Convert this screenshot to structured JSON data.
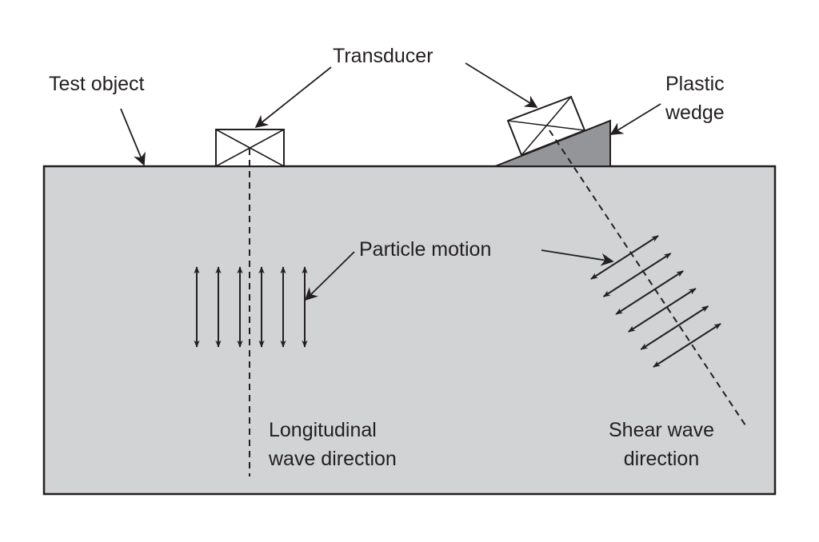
{
  "diagram": {
    "title": "Longitudinal and shear wave ultrasonic testing",
    "labels": {
      "test_object": "Test object",
      "transducer": "Transducer",
      "plastic_wedge_line1": "Plastic",
      "plastic_wedge_line2": "wedge",
      "particle_motion": "Particle motion",
      "longitudinal_line1": "Longitudinal",
      "longitudinal_line2": "wave direction",
      "shear_line1": "Shear wave",
      "shear_line2": "direction"
    },
    "colors": {
      "test_object_fill": "#d1d3d4",
      "wedge_fill": "#939598",
      "stroke": "#231f20",
      "transducer_fill": "#ffffff"
    },
    "longitudinal_particle_arrow_count": 6,
    "shear_particle_arrow_count": 6
  }
}
